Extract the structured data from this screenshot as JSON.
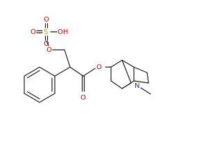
{
  "molecule": {
    "atoms": {
      "sulfonyl_o_top": "O",
      "sulfonyl_o_bottom": "O",
      "sulfur": "S",
      "hydroxyl": "OH",
      "ether_o": "O",
      "carbonyl_o": "O",
      "ester_o": "O",
      "amine_n": "N"
    },
    "colors": {
      "bond": "#1a1a1a",
      "oxygen": "#d40000",
      "sulfur": "#b8a000",
      "nitrogen": "#2020d0"
    }
  }
}
